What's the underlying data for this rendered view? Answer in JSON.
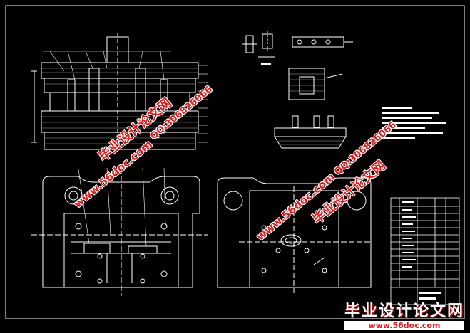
{
  "watermarks": {
    "cn_site": "毕业设计论文网",
    "url": "www.56doc.com",
    "qq": "QQ:306826066"
  },
  "brand": {
    "name": "毕业设计论文网",
    "url": "www.56doc.com"
  },
  "colors": {
    "background": "#000000",
    "lines": "#ffffff",
    "watermark": "#e11b1b"
  }
}
